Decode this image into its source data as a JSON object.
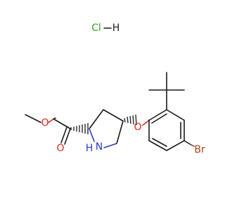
{
  "molecule": {
    "salt": {
      "chlorine": "Cl",
      "hydrogen": "H"
    },
    "atoms": {
      "ester_o_single": "O",
      "ester_o_double": "O",
      "ether_o": "O",
      "ring_n": "N",
      "ring_n_h": "H",
      "bromine": "Br"
    },
    "colors": {
      "bond": "#1a1a1a",
      "oxygen": "#e0281e",
      "nitrogen": "#2a3cc8",
      "bromine": "#a8441c",
      "chlorine": "#3aa02a"
    }
  }
}
